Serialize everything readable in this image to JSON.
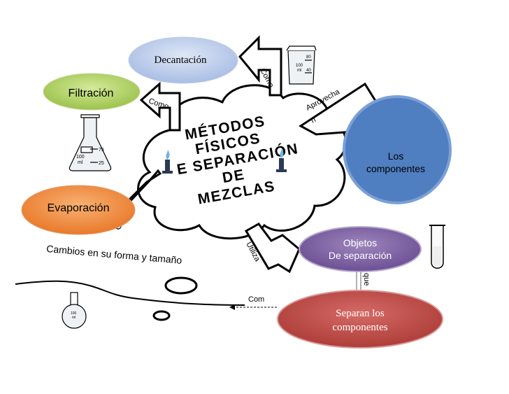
{
  "title_lines": [
    "MÉTODOS",
    "FÍSICOS",
    "E SEPARACIÓN",
    "DE",
    "MEZCLAS"
  ],
  "nodes": {
    "decantacion": "Decantación",
    "filtracion": "Filtración",
    "evaporacion": "Evaporación",
    "componentes_line1": "Los",
    "componentes_line2": "componentes",
    "objetos_line1": "Objetos",
    "objetos_line2": "De separación",
    "separan_line1": "Separan los",
    "separan_line2": "componentes"
  },
  "connectors": {
    "como_top": "Como",
    "como_left": "Como",
    "como_bottom": "Como",
    "aprovecha_line1": "Aprovecha",
    "aprovecha_line2": "n",
    "utiliza": "Utiliza",
    "que": "que",
    "com": "Com"
  },
  "caption": "Cambios en su forma y tamaño",
  "glassware": {
    "flask_filtration": {
      "mark_top": "75",
      "mark_bottom": "25",
      "vol": "100",
      "unit": "ml"
    },
    "beaker": {
      "mark_top": "80",
      "mark_bottom": "40",
      "vol": "100",
      "unit": "ml"
    },
    "round_flask": {
      "vol": "100",
      "unit": "ml"
    }
  },
  "colors": {
    "decantacion": "#b8c8e8",
    "filtracion": "#b8d96a",
    "evaporacion": "#f08d3c",
    "componentes": "#4f7ec1",
    "objetos": "#8064a2",
    "separan": "#c0504d"
  }
}
